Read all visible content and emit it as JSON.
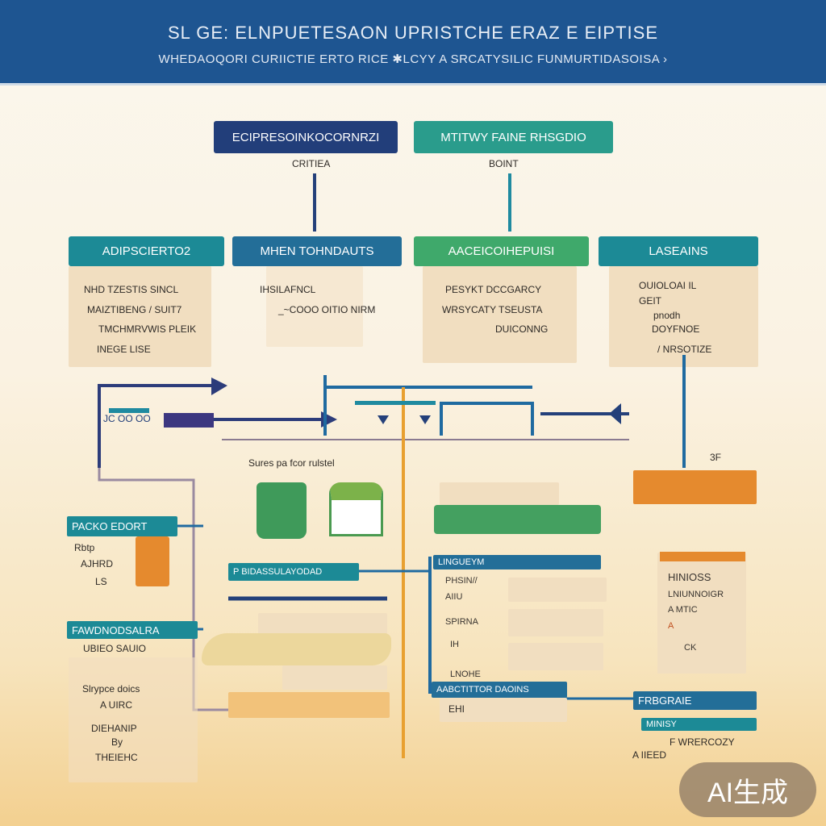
{
  "header": {
    "title": "SL GE: ELNPUETESAON UPRISTCHE ERAZ E EIPTISE",
    "subtitle": "WHEDAOQORI CURIICTIE ERTO RICE ✱LCYY A SRCATYSILIC FUNMURTIDASOISA ›"
  },
  "top_nodes": [
    {
      "label": "ECIPRESOINKOCORNRZI",
      "caption": "CRITIEA"
    },
    {
      "label": "MTITWY FAINE RHSGDIO",
      "caption": "BOINT"
    }
  ],
  "columns": [
    {
      "label": "ADIPSCIERTO2",
      "lines": [
        "NHD TZESTIS SINCL",
        "MAIZTIBENG / SUIT7",
        "TMCHMRVWIS PLEIK",
        "INEGE LISE"
      ]
    },
    {
      "label": "MHEN TOHNDAUTS",
      "lines": [
        "IHSILAFNCL",
        "_~COOO OITIO NIRM"
      ]
    },
    {
      "label": "AACEICOIHEPUISI",
      "lines": [
        "PESYKT DCCGARCY",
        "WRSYCATY TSEUSTA",
        "DUICONNG"
      ]
    },
    {
      "label": "LASEAINS",
      "lines": [
        "OUIOLOAI IL",
        "GEIT",
        "pnodh",
        "DOYFNOE",
        "/ NRSOTIZE"
      ]
    }
  ],
  "middle": {
    "dots_text": "JC OO OO",
    "caption": "Sures  pa fcor rulstel",
    "right_note": "3F"
  },
  "left_labels": [
    {
      "label": "PACKO EDORT",
      "lines": [
        "Rbtp",
        "AJHRD",
        "LS"
      ]
    },
    {
      "label": "FAWDNODSALRA",
      "lines": [
        "UBIEO SAUIO"
      ]
    }
  ],
  "left_bottom_lines": [
    "Slrypce doics",
    "A UIRC",
    "DIEHANIP",
    "By",
    "THEIEHC"
  ],
  "center_label": "P BIDASSULAYODAD",
  "right_list": {
    "label": "LINGUEYM",
    "items": [
      "PHSIN//",
      "AIIU",
      "SPIRNA",
      "IH",
      "LNOHE"
    ]
  },
  "right_bottom": {
    "label": "AABCTITTOR DAOINS",
    "value": "EHI"
  },
  "far_right": {
    "items": [
      "HINIOSS",
      "LNIUNNOIGR",
      "A MTIC",
      "A",
      "CK"
    ],
    "label": "FRBGRAIE",
    "sublabel": "MINISY",
    "lines": [
      "F WRERCOZY",
      "A IIEED"
    ]
  },
  "watermark": "AI生成",
  "colors": {
    "header": "#1e5591",
    "navy": "#223e7a",
    "teal": "#1c8a96",
    "green": "#3fa96b",
    "orange": "#e58a2e",
    "panel": "#f1dec0"
  }
}
